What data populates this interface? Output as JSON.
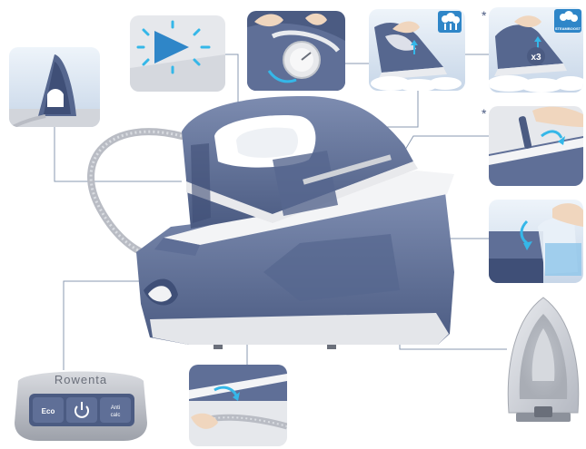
{
  "diagram": {
    "brand": "Rowenta",
    "buttons": {
      "eco": "Eco",
      "power": "⏻",
      "anticalc_line1": "Anti",
      "anticalc_line2": "calc"
    },
    "steam_multiplier": "x3",
    "steamboost_label": "STEAMBOOST",
    "asterisk_1": "*",
    "asterisk_2": "*"
  },
  "colors": {
    "body_blue": "#5f6f97",
    "body_dark": "#44557d",
    "panel_grey": "#c9ccd4",
    "sky_blue": "#dfe9f5",
    "leader": "#8a9ab0",
    "hose": "#b9bcc4",
    "accent_cyan": "#35b7e8",
    "icon_blue": "#2f86c8"
  },
  "icons": [
    "lightning-blue-icon",
    "steam-cloud-icon",
    "steamboost-icon",
    "power-icon"
  ]
}
